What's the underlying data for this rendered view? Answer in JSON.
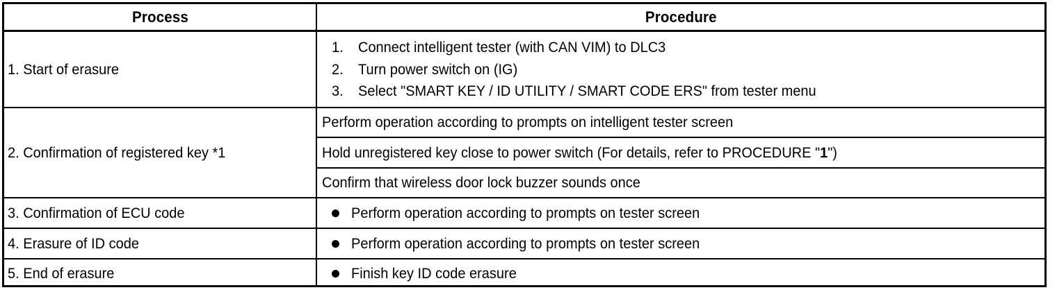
{
  "table": {
    "columns": {
      "process_header": "Process",
      "procedure_header": "Procedure"
    },
    "rows": [
      {
        "id": "start-of-erasure",
        "process": "1. Start of erasure",
        "procedure_type": "numbered",
        "items": [
          {
            "marker": "1.",
            "text": "Connect intelligent tester (with CAN VIM) to DLC3"
          },
          {
            "marker": "2.",
            "text": "Turn power switch on (IG)"
          },
          {
            "marker": "3.",
            "text": "Select \"SMART KEY / ID UTILITY / SMART CODE ERS\" from tester menu"
          }
        ]
      },
      {
        "id": "confirmation-of-registered-key",
        "process": "2. Confirmation of registered key *1",
        "procedure_type": "subrows",
        "subrows": [
          {
            "text": "Perform operation according to prompts on intelligent tester screen"
          },
          {
            "text_before": "Hold unregistered key close to power switch (For details, refer to PROCEDURE \"",
            "bold": "1",
            "text_after": "\")"
          },
          {
            "text": "Confirm that wireless door lock buzzer sounds once"
          }
        ]
      },
      {
        "id": "confirmation-of-ecu-code",
        "process": "3. Confirmation of ECU code",
        "procedure_type": "bullet",
        "bullet_text": "Perform operation according to prompts on tester screen"
      },
      {
        "id": "erasure-of-id-code",
        "process": "4. Erasure of ID code",
        "procedure_type": "bullet",
        "bullet_text": "Perform operation according to prompts on tester screen"
      },
      {
        "id": "end-of-erasure",
        "process": "5. End of erasure",
        "procedure_type": "bullet",
        "bullet_text": "Finish key ID code erasure"
      }
    ]
  },
  "colors": {
    "border": "#000000",
    "text": "#000000",
    "background": "#ffffff"
  }
}
